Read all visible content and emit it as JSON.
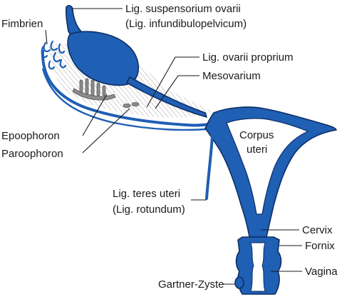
{
  "colors": {
    "organ_fill": "#1f5fb4",
    "organ_outline": "#0d2f66",
    "hatch": "#bdbdbd",
    "text": "#1a1a1a",
    "background": "#ffffff"
  },
  "labels": {
    "lig_suspensorium_line1": "Lig. suspensorium ovarii",
    "lig_suspensorium_line2": "(Lig. infundibulopelvicum)",
    "fimbrien": "Fimbrien",
    "lig_ovarii_proprium": "Lig. ovarii proprium",
    "mesovarium": "Mesovarium",
    "corpus_line1": "Corpus",
    "corpus_line2": "uteri",
    "epoophoron": "Epoophoron",
    "paroophoron": "Paroophoron",
    "lig_teres_line1": "Lig. teres uteri",
    "lig_teres_line2": "(Lig. rotundum)",
    "cervix": "Cervix",
    "fornix": "Fornix",
    "vagina": "Vagina",
    "gartner_zyste": "Gartner-Zyste"
  }
}
